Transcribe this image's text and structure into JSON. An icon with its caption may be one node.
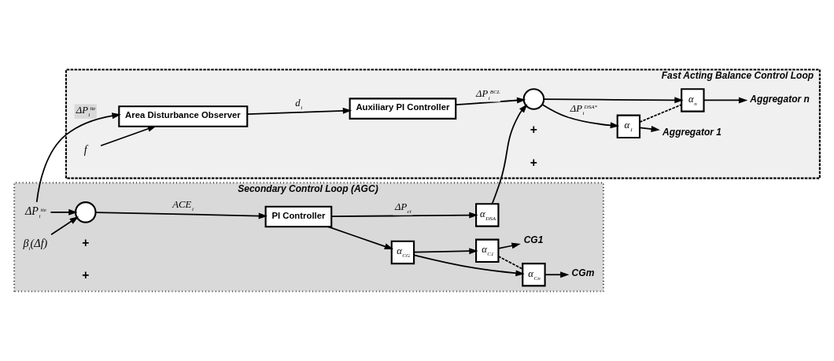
{
  "diagram": {
    "nodes": [
      {
        "text": [
          "Fast Acting Balance Control Loop"
        ]
      },
      {
        "text": [
          "f"
        ],
        "in": 0
      },
      {
        "text": [
          "Area Disturbance Observer"
        ],
        "in": 0
      },
      {
        "text": [
          "Auxiliary PI Controller"
        ],
        "in": 0
      },
      {
        "text": [],
        "shape": "circle",
        "in": 0
      },
      {
        "text": [
          "α$_{1}$"
        ],
        "in": 0
      },
      {
        "text": [
          "α$_{n}$"
        ],
        "in": 0
      },
      {
        "text": [
          "Aggregator 1"
        ],
        "in": 0
      },
      {
        "text": [
          "Aggregator n"
        ],
        "in": 0
      },
      {
        "text": [
          "Secondary Control Loop (AGC)"
        ]
      },
      {
        "text": [
          "ΔP$_{i}$$^{tie}$"
        ],
        "in": 9
      },
      {
        "text": [],
        "shape": "circle",
        "in": 9
      },
      {
        "text": [
          "β$_{i}$(Δf)"
        ],
        "in": 9
      },
      {
        "text": [
          "PI Controller"
        ],
        "in": 9
      },
      {
        "text": [
          "α$_{DSA}$"
        ],
        "in": 9
      },
      {
        "text": [
          "α$_{CG}$"
        ],
        "in": 9
      },
      {
        "text": [
          "α$_{C1}$"
        ],
        "in": 9
      },
      {
        "text": [
          "α$_{Cn}$"
        ],
        "in": 9
      },
      {
        "text": [
          "CG1"
        ],
        "in": 9
      },
      {
        "text": [
          "CGm"
        ],
        "in": 9
      }
    ],
    "edges": [
      {
        "from": 1,
        "to": 2,
        "arrow": "to"
      },
      {
        "from": 10,
        "to": 2,
        "arrow": "to",
        "label": "ΔP$_{i}$$^{tie}$"
      },
      {
        "from": 2,
        "to": 3,
        "arrow": "to",
        "label": "d$_{i}$"
      },
      {
        "from": 3,
        "to": 4,
        "arrow": "to",
        "label": "ΔP$_{i}$$^{BCL}$"
      },
      {
        "from": 4,
        "to": 5,
        "arrow": "to",
        "label": "ΔP$_{i}$$^{DSA*}$"
      },
      {
        "from": 4,
        "to": 6,
        "arrow": "to"
      },
      {
        "from": 5,
        "to": 6,
        "arrow": "none",
        "style": "dashed"
      },
      {
        "from": 5,
        "to": 7,
        "arrow": "to"
      },
      {
        "from": 6,
        "to": 8,
        "arrow": "to"
      },
      {
        "from": 10,
        "to": 11,
        "arrow": "to"
      },
      {
        "from": 12,
        "to": 11,
        "arrow": "to"
      },
      {
        "from": 11,
        "to": 13,
        "arrow": "to",
        "label": "ACE$_{i}$"
      },
      {
        "from": 13,
        "to": 14,
        "arrow": "to",
        "label": "ΔP$_{ci}$"
      },
      {
        "from": 13,
        "to": 15,
        "arrow": "to"
      },
      {
        "from": 14,
        "to": 4,
        "arrow": "to"
      },
      {
        "from": 15,
        "to": 16,
        "arrow": "to"
      },
      {
        "from": 15,
        "to": 17,
        "arrow": "to"
      },
      {
        "from": 16,
        "to": 17,
        "arrow": "none",
        "style": "dashed"
      },
      {
        "from": 16,
        "to": 18,
        "arrow": "to"
      },
      {
        "from": 17,
        "to": 19,
        "arrow": "to"
      }
    ],
    "labels": [
      "+",
      "+",
      "+",
      "+"
    ]
  }
}
